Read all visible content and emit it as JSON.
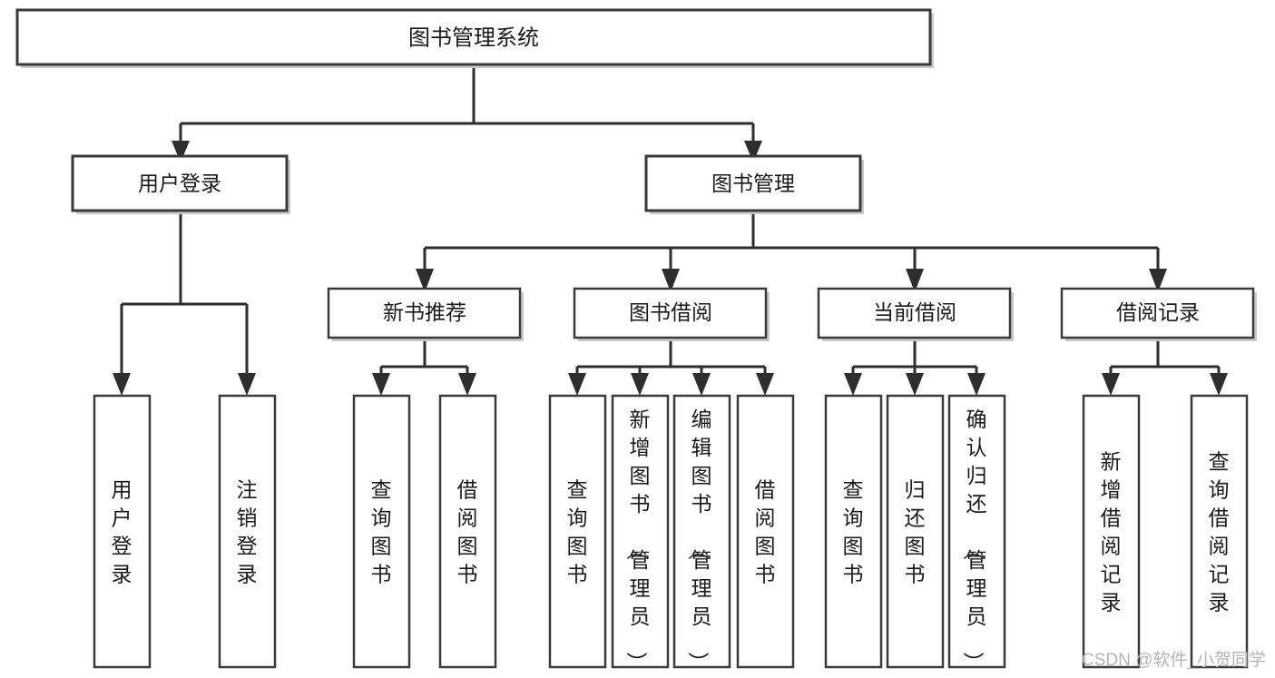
{
  "diagram": {
    "type": "tree-hierarchy",
    "title": "图书管理系统",
    "root": {
      "id": "root",
      "label": "图书管理系统",
      "orientation": "horizontal"
    },
    "level2": [
      {
        "id": "user-login",
        "label": "用户登录",
        "orientation": "horizontal"
      },
      {
        "id": "book-manage",
        "label": "图书管理",
        "orientation": "horizontal"
      }
    ],
    "level3": [
      {
        "id": "new-book-rec",
        "label": "新书推荐",
        "parent": "book-manage",
        "orientation": "horizontal"
      },
      {
        "id": "book-borrow",
        "label": "图书借阅",
        "parent": "book-manage",
        "orientation": "horizontal"
      },
      {
        "id": "current-borrow",
        "label": "当前借阅",
        "parent": "book-manage",
        "orientation": "horizontal"
      },
      {
        "id": "borrow-record",
        "label": "借阅记录",
        "parent": "book-manage",
        "orientation": "horizontal"
      }
    ],
    "leaves": [
      {
        "id": "leaf-user-login",
        "label": "用户登录",
        "parent": "user-login",
        "orientation": "vertical"
      },
      {
        "id": "leaf-logout",
        "label": "注销登录",
        "parent": "user-login",
        "orientation": "vertical"
      },
      {
        "id": "leaf-query-book-1",
        "label": "查询图书",
        "parent": "new-book-rec",
        "orientation": "vertical"
      },
      {
        "id": "leaf-borrow-book-1",
        "label": "借阅图书",
        "parent": "new-book-rec",
        "orientation": "vertical"
      },
      {
        "id": "leaf-query-book-2",
        "label": "查询图书",
        "parent": "book-borrow",
        "orientation": "vertical"
      },
      {
        "id": "leaf-add-book",
        "label": "新增图书（管理员）",
        "parent": "book-borrow",
        "orientation": "vertical"
      },
      {
        "id": "leaf-edit-book",
        "label": "编辑图书（管理员）",
        "parent": "book-borrow",
        "orientation": "vertical"
      },
      {
        "id": "leaf-borrow-book-2",
        "label": "借阅图书",
        "parent": "book-borrow",
        "orientation": "vertical"
      },
      {
        "id": "leaf-query-book-3",
        "label": "查询图书",
        "parent": "current-borrow",
        "orientation": "vertical"
      },
      {
        "id": "leaf-return-book",
        "label": "归还图书",
        "parent": "current-borrow",
        "orientation": "vertical"
      },
      {
        "id": "leaf-confirm-return",
        "label": "确认归还（管理员）",
        "parent": "current-borrow",
        "orientation": "vertical"
      },
      {
        "id": "leaf-add-record",
        "label": "新增借阅记录",
        "parent": "borrow-record",
        "orientation": "vertical"
      },
      {
        "id": "leaf-query-record",
        "label": "查询借阅记录",
        "parent": "borrow-record",
        "orientation": "vertical"
      }
    ],
    "watermark": "CSDN @软件_小贺同学",
    "colors": {
      "box_border": "#3a3a3a",
      "box_fill": "#ffffff",
      "connector": "#2e2e2e",
      "text": "#1a1a1a",
      "watermark": "#b4b4b4",
      "background": "#ffffff"
    }
  }
}
